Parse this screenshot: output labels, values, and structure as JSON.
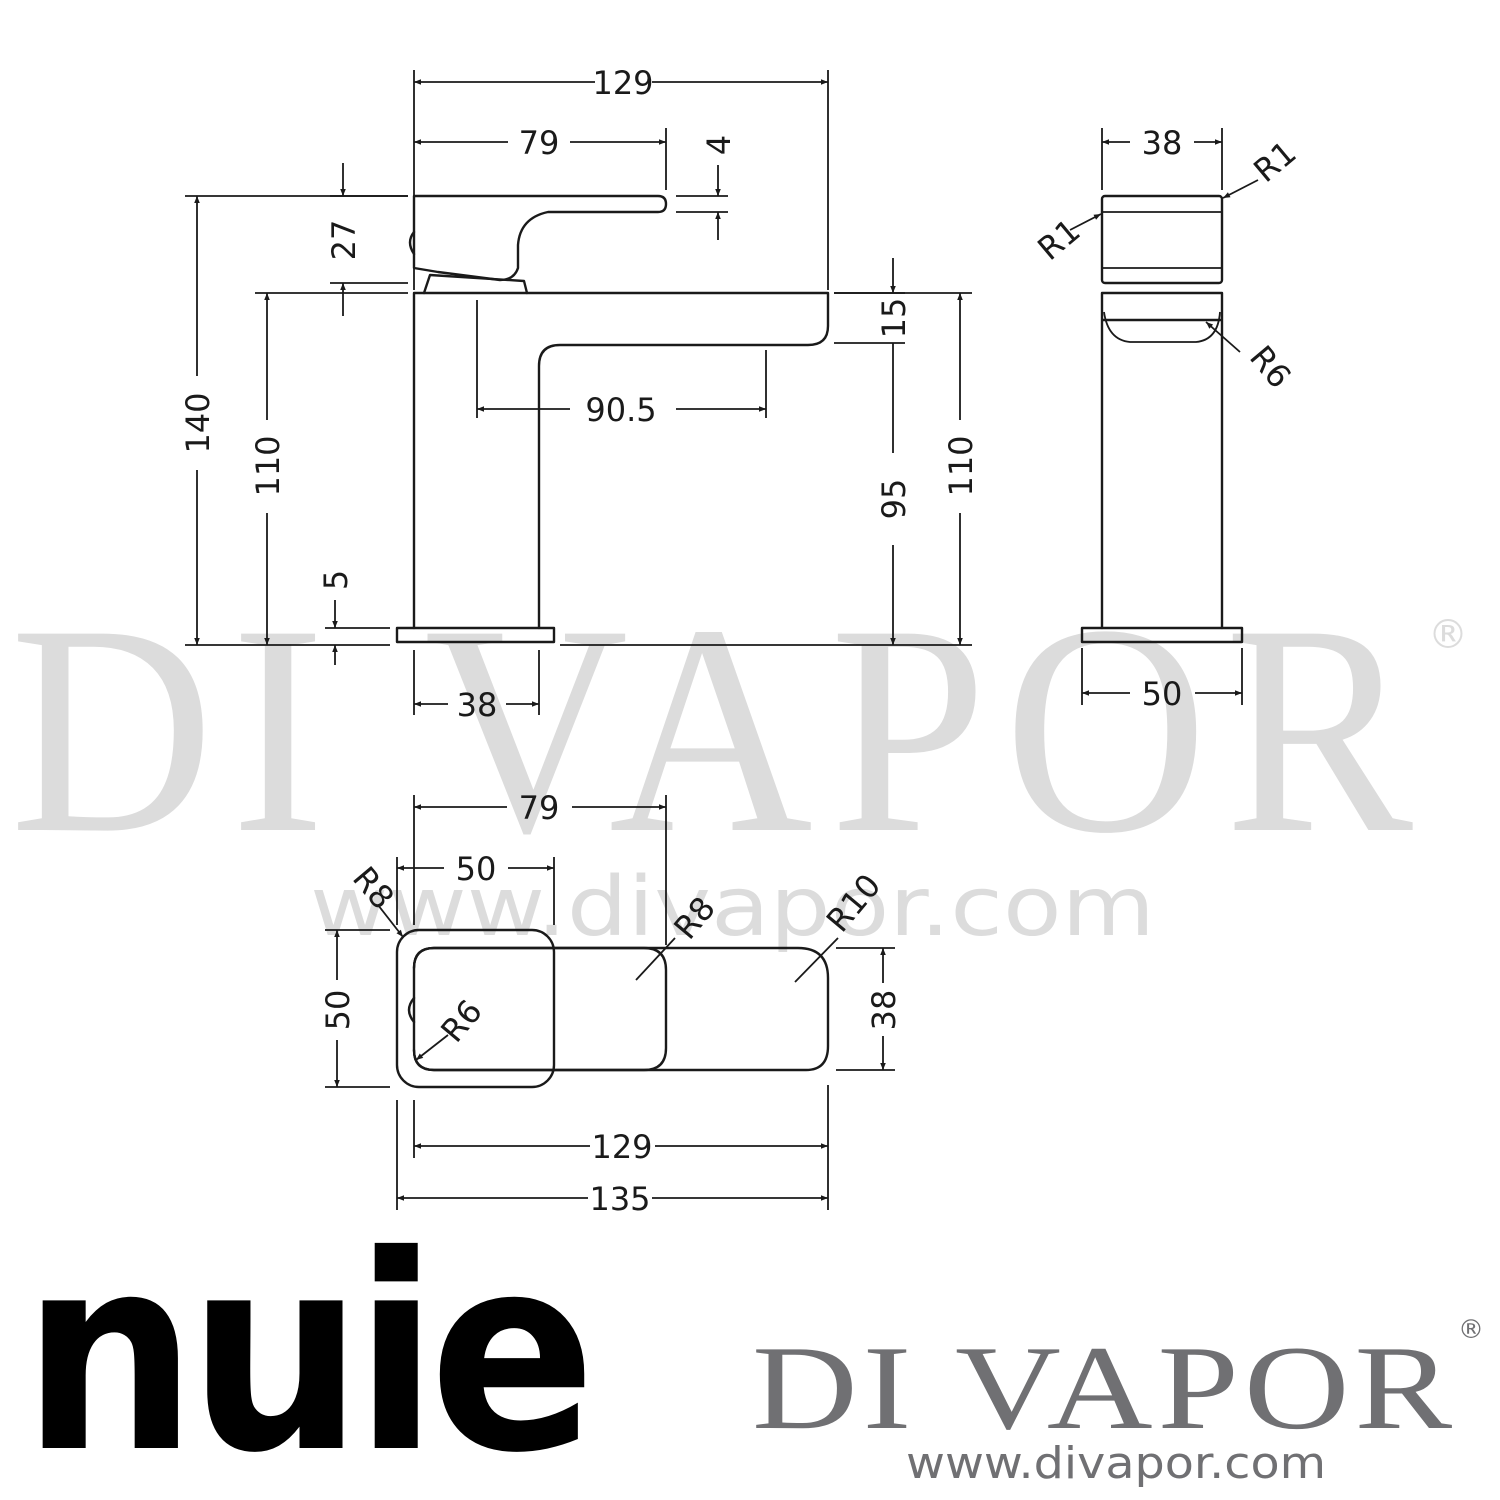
{
  "watermark": {
    "name": "DI VAPOR",
    "reg": "®",
    "url": "www.divapor.com"
  },
  "logos": {
    "manufacturer": "nuie",
    "retailer": "DI VAPOR",
    "retailer_reg": "®",
    "retailer_url": "www.divapor.com"
  },
  "colors": {
    "line": "#1a1a1a",
    "watermark": "#dcdcdc",
    "brand_gray": "#707073",
    "logo_black": "#000000"
  },
  "side_view": {
    "overall_length": "129",
    "lever_length": "79",
    "lever_thickness": "4",
    "lever_height": "27",
    "total_height": "140",
    "body_height": "110",
    "spout_projection": "90.5",
    "spout_thickness": "15",
    "outlet_height": "95",
    "right_height": "110",
    "base_thickness": "5",
    "base_width": "38"
  },
  "end_view": {
    "top_width": "38",
    "radius_top_right": "R1",
    "radius_top_left": "R1",
    "radius_body": "R6",
    "base_width": "50"
  },
  "plan_view": {
    "lever_length": "79",
    "lever_width": "50",
    "radius_base": "R8",
    "radius_lever": "R8",
    "radius_spout": "R10",
    "radius_body": "R6",
    "base_depth": "50",
    "spout_width": "38",
    "spout_length": "129",
    "overall_length": "135"
  }
}
